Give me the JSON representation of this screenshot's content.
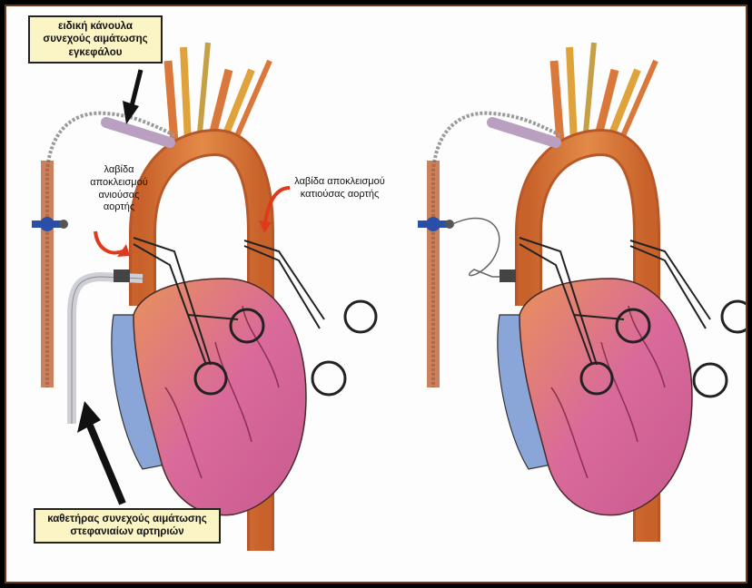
{
  "labels": {
    "cannula": [
      "ειδική κάνουλα",
      "συνεχούς αιμάτωσης",
      "εγκεφάλου"
    ],
    "clamp_ascending": [
      "λαβίδα",
      "αποκλεισμού",
      "ανιούσας",
      "αορτής"
    ],
    "clamp_descending": [
      "λαβίδα αποκλεισμού",
      "κατιούσας αορτής"
    ],
    "catheter": [
      "καθετήρας συνεχούς αιμάτωσης",
      "στεφανιαίων αρτηριών"
    ]
  },
  "colors": {
    "aorta": "#d9783a",
    "heart": "#d96a9a",
    "heart_outer": "#e8915a",
    "vein": "#8aa6d8",
    "label_box": "#fbf4c4",
    "arrow_red": "#e03a1c"
  }
}
